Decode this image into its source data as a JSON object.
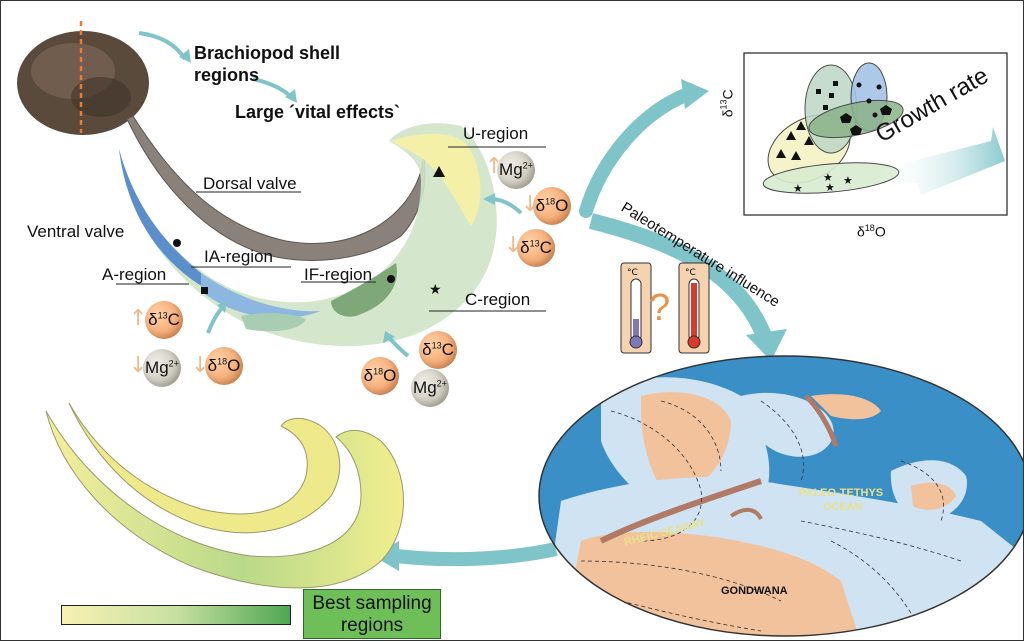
{
  "title_lines": {
    "line1": "Brachiopod shell",
    "line2": "regions",
    "line3": "Large ´vital effects`"
  },
  "shell_labels": {
    "dorsal_valve": "Dorsal valve",
    "ventral_valve": "Ventral valve",
    "ia_region": "IA-region",
    "a_region": "A-region",
    "if_region": "IF-region",
    "u_region": "U-region",
    "c_region": "C-region"
  },
  "isotopes": {
    "d13c": "δ13C",
    "d18o": "δ18O",
    "mg": "Mg2+"
  },
  "scatter": {
    "ylabel": "δ13C",
    "xlabel": "δ18O",
    "annotation": "Growth rate"
  },
  "paleotemperature_label": "Paleotemperature influence",
  "question_mark": "?",
  "map_labels": {
    "paleo_tethys_1": "PALEO-TETHYS",
    "paleo_tethys_2": "OCEAN",
    "rheic": "RHEIC SEAWAY",
    "gondwana": "GONDWANA"
  },
  "legend": {
    "best_line1": "Best sampling",
    "best_line2": "regions"
  },
  "colors": {
    "arrow_teal": "#7ec4c9",
    "ocean": "#3a8fc7",
    "shelf": "#cfe3f2",
    "land": "#f2c29c",
    "badge_orange": "#f3a36a",
    "badge_grey": "#c7c3b6"
  }
}
